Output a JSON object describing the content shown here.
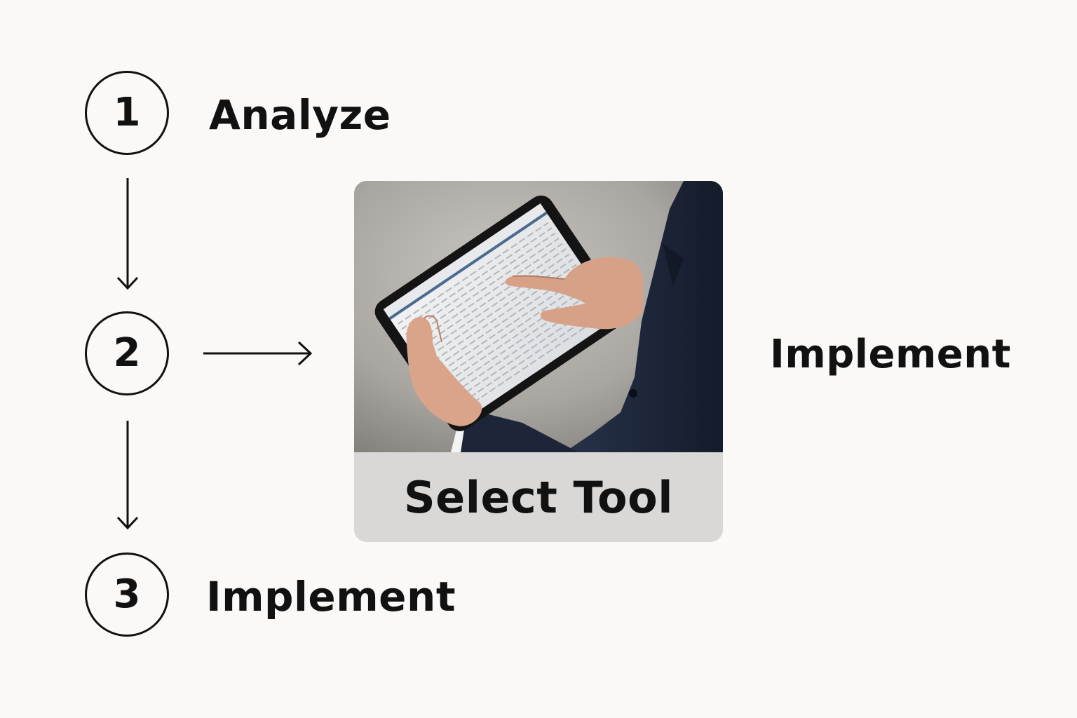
{
  "steps": [
    {
      "number": "1",
      "label": "Analyze"
    },
    {
      "number": "2",
      "label": ""
    },
    {
      "number": "3",
      "label": "Implement"
    }
  ],
  "card": {
    "caption": "Select Tool",
    "photo_icon": "tablet-spreadsheet-photo"
  },
  "side_label": "Implement",
  "colors": {
    "background": "#faf9f7",
    "ink": "#111111",
    "caption_bg": "#dad8d6",
    "suit": "#1f2a3d"
  }
}
